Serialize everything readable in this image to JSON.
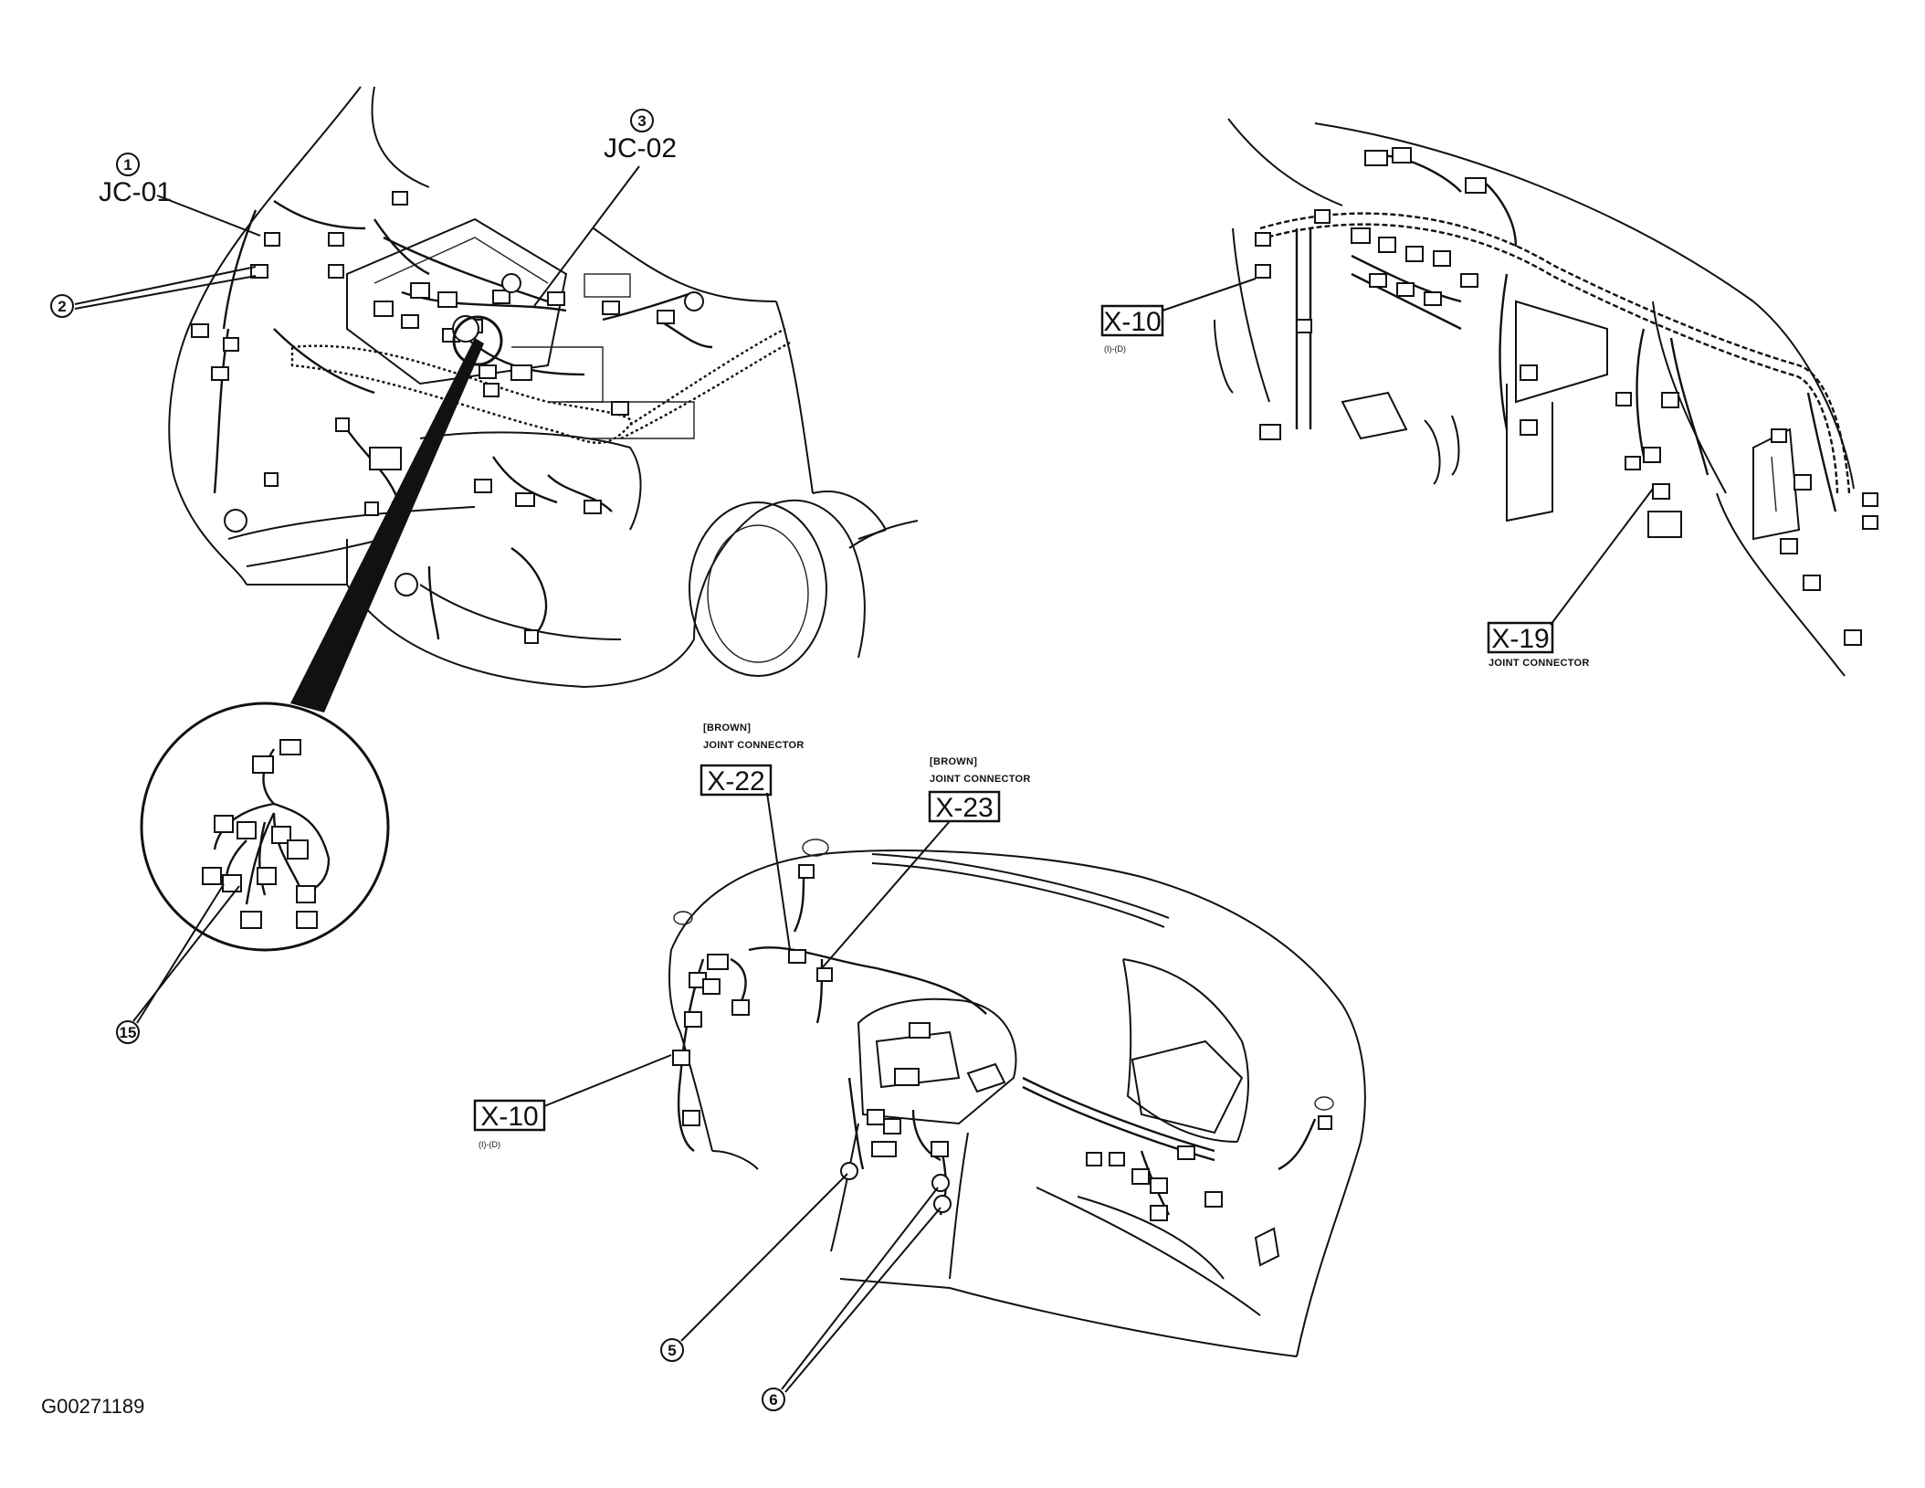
{
  "callouts": {
    "c1_num": "1",
    "c1_code": "JC-01",
    "c2_num": "2",
    "c3_num": "3",
    "c3_code": "JC-02",
    "c15_num": "15",
    "c5_num": "5",
    "c6_num": "6"
  },
  "labels": {
    "x10_top": "X-10",
    "x10_top_sub": "(I)-(D)",
    "x19": "X-19",
    "x19_sub": "JOINT CONNECTOR",
    "x22_color": "[BROWN]",
    "x22_sub": "JOINT CONNECTOR",
    "x22": "X-22",
    "x23_color": "[BROWN]",
    "x23_sub": "JOINT CONNECTOR",
    "x23": "X-23",
    "x10_bottom": "X-10",
    "x10_bottom_sub": "(I)-(D)"
  },
  "figure_code": "G00271189"
}
